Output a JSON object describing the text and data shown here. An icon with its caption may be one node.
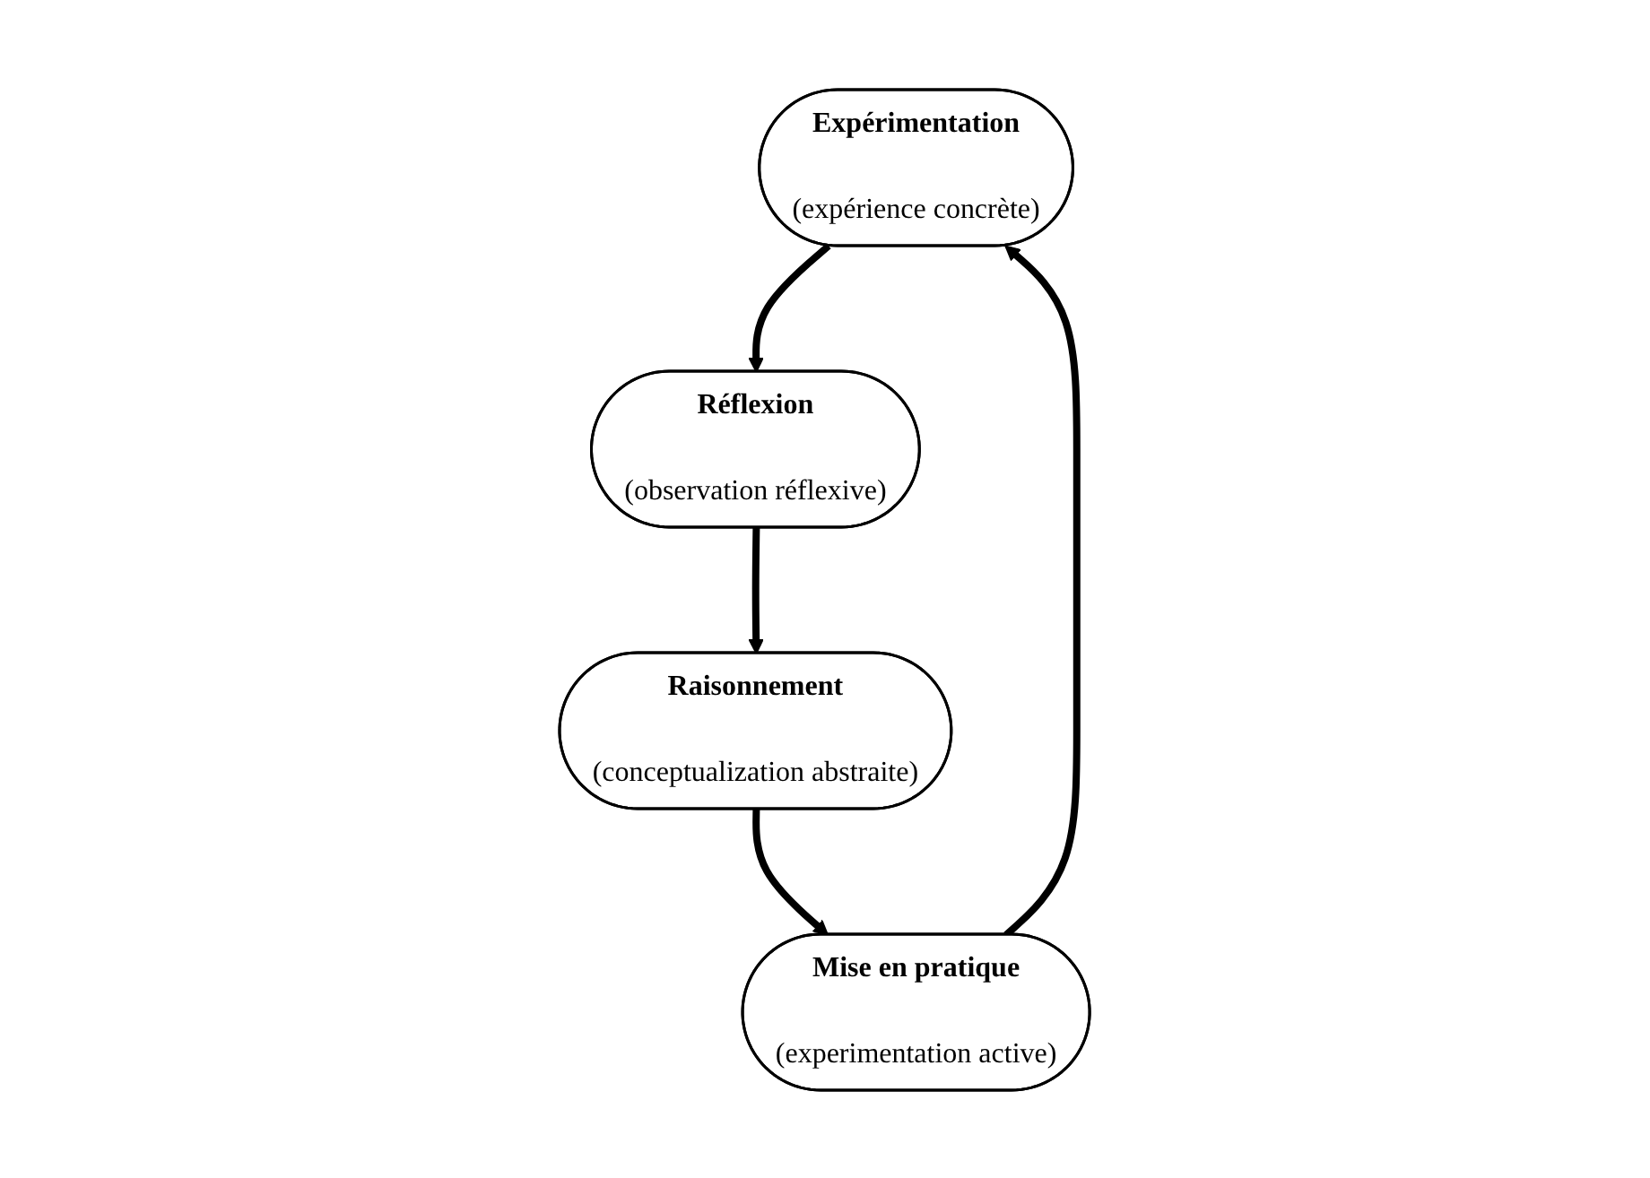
{
  "diagram": {
    "nodes": [
      {
        "text": [
          "Expérimentation",
          "(expérience concrète)"
        ]
      },
      {
        "text": [
          "Mise en pratique",
          "(experimentation active)"
        ]
      },
      {
        "text": [
          "Réflexion",
          "(observation réflexive)"
        ]
      },
      {
        "text": [
          "Raisonnement",
          "(conceptualization abstraite)"
        ]
      }
    ],
    "edges": [
      {
        "from": 0,
        "to": 2,
        "arrow": "to"
      },
      {
        "from": 2,
        "to": 3,
        "arrow": "to"
      },
      {
        "from": 3,
        "to": 1,
        "arrow": "to"
      },
      {
        "from": 1,
        "to": 0,
        "arrow": "to"
      }
    ]
  }
}
